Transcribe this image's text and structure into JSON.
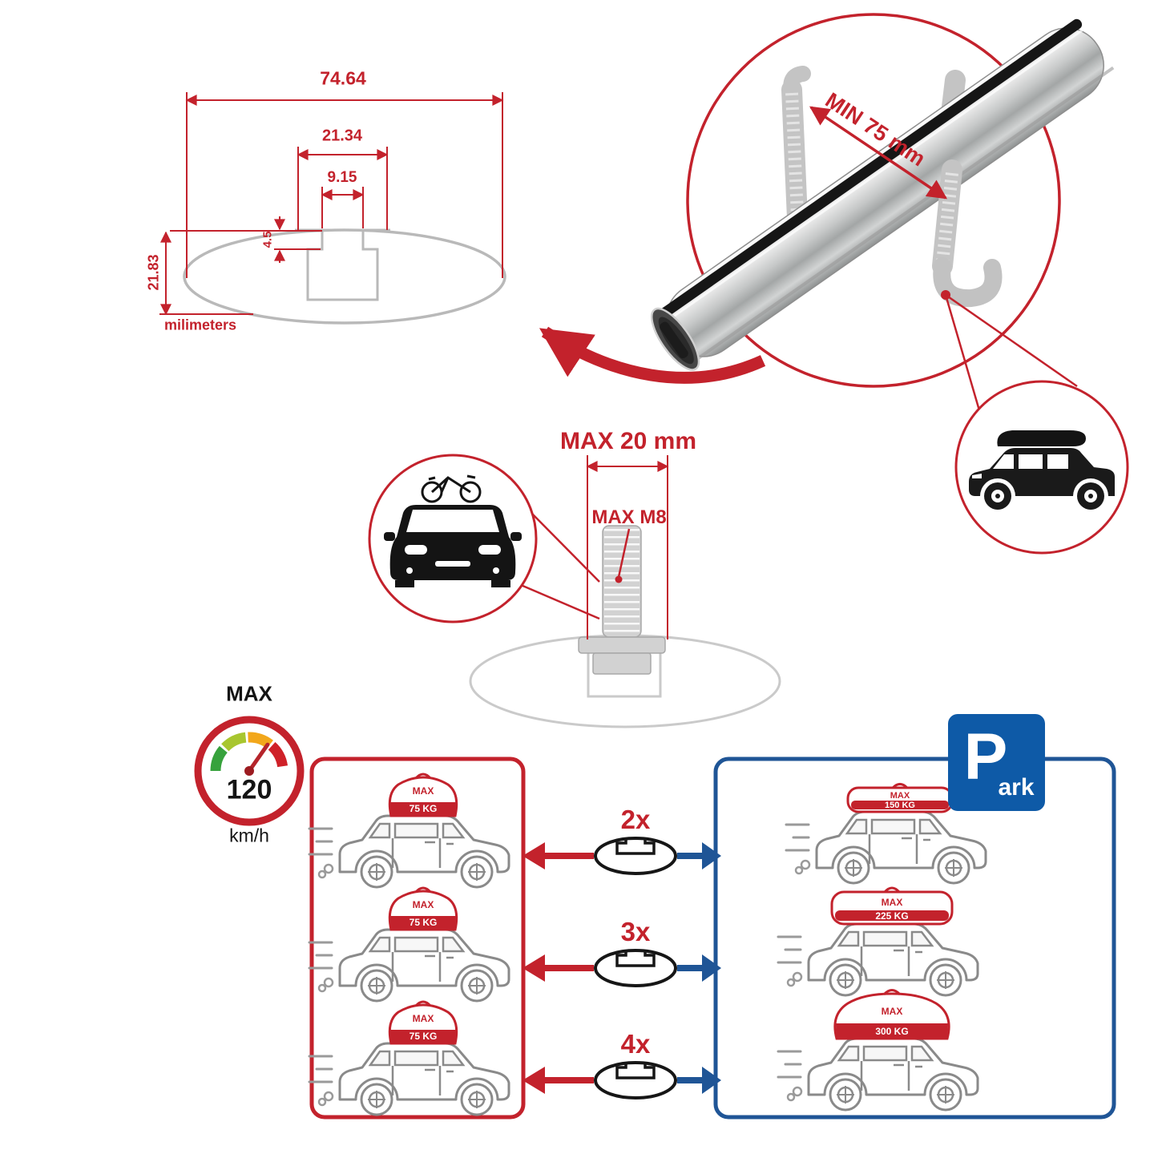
{
  "colors": {
    "red": "#c3222c",
    "blue": "#1f5596",
    "park_blue": "#0e5aa7",
    "gray": "#b9b9b9"
  },
  "cross_section": {
    "overall_width": "74.64",
    "channel_width": "21.34",
    "slot_width": "9.15",
    "slot_depth": "4.5",
    "height": "21.83",
    "units_label": "milimeters"
  },
  "bar_detail": {
    "min_grip_label": "MIN 75 mm"
  },
  "bolt": {
    "max_length_label": "MAX 20 mm",
    "max_thread_label": "MAX M8"
  },
  "speed_gauge": {
    "max_label": "MAX",
    "value": "120",
    "unit": "km/h"
  },
  "bar_counts": [
    "2x",
    "3x",
    "4x"
  ],
  "driving_loads": [
    {
      "max": "MAX",
      "weight": "75 KG"
    },
    {
      "max": "MAX",
      "weight": "75 KG"
    },
    {
      "max": "MAX",
      "weight": "75 KG"
    }
  ],
  "parked_loads": [
    {
      "max": "MAX",
      "weight": "150 KG"
    },
    {
      "max": "MAX",
      "weight": "225 KG"
    },
    {
      "max": "MAX",
      "weight": "300 KG"
    }
  ],
  "park_sign": {
    "letter": "P",
    "suffix": "ark"
  }
}
